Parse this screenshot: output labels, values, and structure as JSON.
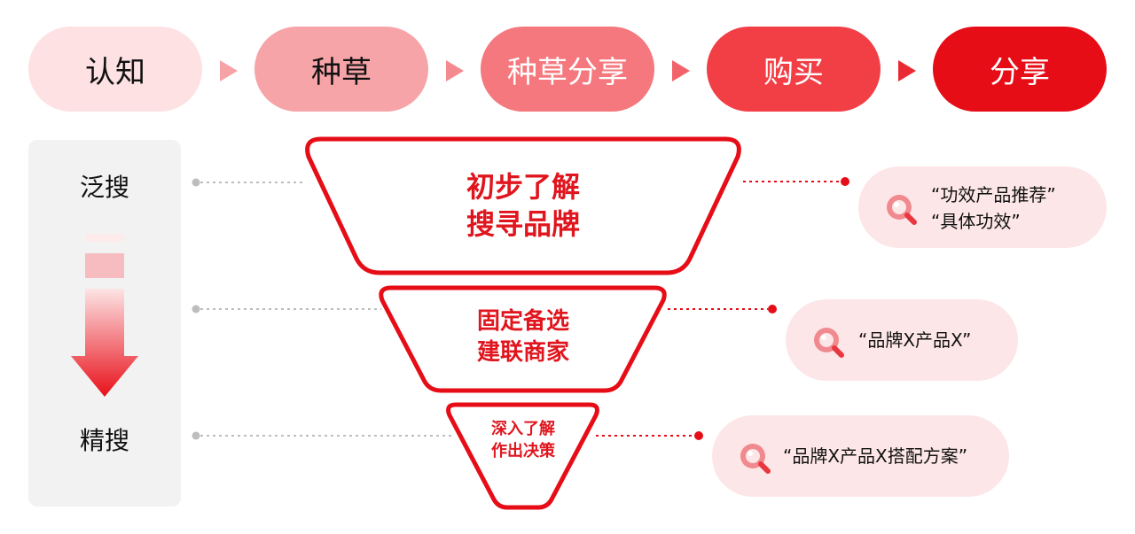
{
  "stages": [
    {
      "label": "认知",
      "bg": "#fde1e3",
      "color": "#111111"
    },
    {
      "label": "种草",
      "bg": "#f7a4a8",
      "color": "#111111"
    },
    {
      "label": "种草分享",
      "bg": "#f4787e",
      "color": "#ffffff"
    },
    {
      "label": "购买",
      "bg": "#f23f46",
      "color": "#ffffff"
    },
    {
      "label": "分享",
      "bg": "#e60d17",
      "color": "#ffffff"
    }
  ],
  "search_scope": {
    "top": "泛搜",
    "bottom": "精搜"
  },
  "funnel": [
    {
      "line1": "初步了解",
      "line2": "搜寻品牌"
    },
    {
      "line1": "固定备选",
      "line2": "建联商家"
    },
    {
      "line1": "深入了解",
      "line2": "作出决策"
    }
  ],
  "queries": [
    {
      "line1": "“功效产品推荐”",
      "line2": "“具体功效”"
    },
    {
      "line1": "“品牌X产品X”"
    },
    {
      "line1": "“品牌X产品X搭配方案”"
    }
  ],
  "colors": {
    "accent": "#e60d17",
    "card_bg": "#fde6e7",
    "panel_bg": "#f2f2f2"
  }
}
